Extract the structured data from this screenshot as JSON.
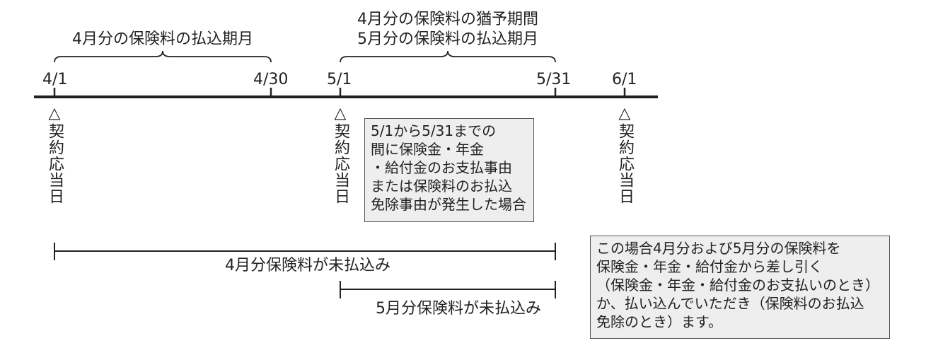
{
  "periods": {
    "april_payment": "4月分の保険料の払込期月",
    "grace_line1": "4月分の保険料の猶予期間",
    "grace_line2": "5月分の保険料の払込期月"
  },
  "ticks": [
    "4/1",
    "4/30",
    "5/1",
    "5/31",
    "6/1"
  ],
  "anchor": {
    "symbol": "△",
    "label": "契約応当日"
  },
  "event_box": [
    "5/1から5/31までの",
    "間に保険金・年金",
    "・給付金のお支払事由",
    "または保険料のお払込",
    "免除事由が発生した場合"
  ],
  "ranges": {
    "april_unpaid": "4月分保険料が未払込み",
    "may_unpaid": "5月分保険料が未払込み"
  },
  "result_box": [
    "この場合4月分および5月分の保険料を",
    "保険金・年金・給付金から差し引く",
    "（保険金・年金・給付金のお支払いのとき）",
    "か、払い込んでいただき（保険料のお払込",
    "免除のとき）ます。"
  ],
  "colors": {
    "line": "#222222",
    "box_fill": "#eeeeee",
    "box_border": "#555555"
  }
}
